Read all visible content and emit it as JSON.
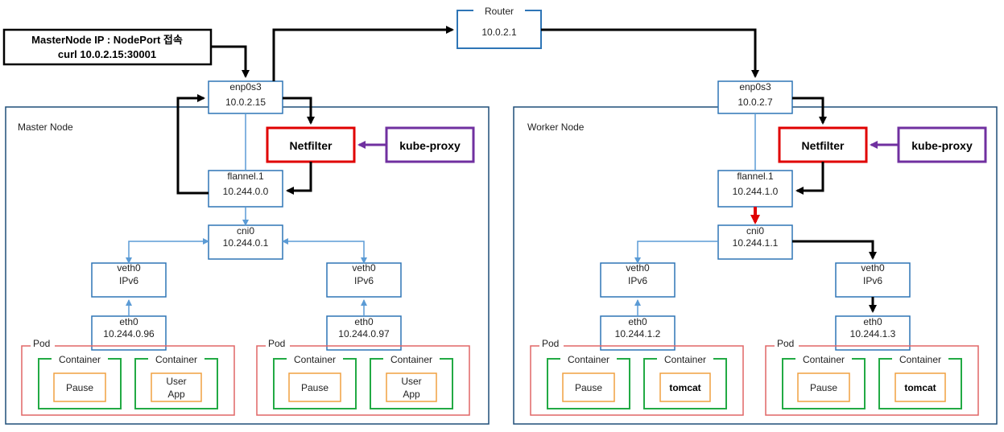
{
  "callout": {
    "line1": "MasterNode IP : NodePort 접속",
    "line2": "curl 10.0.2.15:30001"
  },
  "router": {
    "label": "Router",
    "ip": "10.0.2.1"
  },
  "master": {
    "title": "Master Node",
    "enp": {
      "name": "enp0s3",
      "ip": "10.0.2.15"
    },
    "netfilter": "Netfilter",
    "kubeproxy": "kube-proxy",
    "flannel": {
      "name": "flannel.1",
      "ip": "10.244.0.0"
    },
    "cni": {
      "name": "cni0",
      "ip": "10.244.0.1"
    },
    "pods": [
      {
        "label": "Pod",
        "veth": "veth0",
        "veth_ip": "IPv6",
        "eth": "eth0",
        "eth_ip": "10.244.0.96",
        "c1_label": "Container",
        "c1_inner": "Pause",
        "c2_label": "Container",
        "c2_inner": [
          "User",
          "App"
        ]
      },
      {
        "label": "Pod",
        "veth": "veth0",
        "veth_ip": "IPv6",
        "eth": "eth0",
        "eth_ip": "10.244.0.97",
        "c1_label": "Container",
        "c1_inner": "Pause",
        "c2_label": "Container",
        "c2_inner": [
          "User",
          "App"
        ]
      }
    ]
  },
  "worker": {
    "title": "Worker Node",
    "enp": {
      "name": "enp0s3",
      "ip": "10.0.2.7"
    },
    "netfilter": "Netfilter",
    "kubeproxy": "kube-proxy",
    "flannel": {
      "name": "flannel.1",
      "ip": "10.244.1.0"
    },
    "cni": {
      "name": "cni0",
      "ip": "10.244.1.1"
    },
    "pods": [
      {
        "label": "Pod",
        "veth": "veth0",
        "veth_ip": "IPv6",
        "eth": "eth0",
        "eth_ip": "10.244.1.2",
        "c1_label": "Container",
        "c1_inner": "Pause",
        "c2_label": "Container",
        "c2_inner": [
          "tomcat"
        ]
      },
      {
        "label": "Pod",
        "veth": "veth0",
        "veth_ip": "IPv6",
        "eth": "eth0",
        "eth_ip": "10.244.1.3",
        "c1_label": "Container",
        "c1_inner": "Pause",
        "c2_label": "Container",
        "c2_inner": [
          "tomcat"
        ]
      }
    ]
  },
  "colors": {
    "node_border": "#1f4e79",
    "iface_border": "#2e75b6",
    "thin_link": "#5b9bd5",
    "netfilter": "#e00000",
    "kubeproxy": "#7030a0",
    "pod": "#e06666",
    "container": "#22aa44",
    "inner": "#f0a040",
    "flow": "#000000",
    "flow_highlight": "#e00000"
  }
}
